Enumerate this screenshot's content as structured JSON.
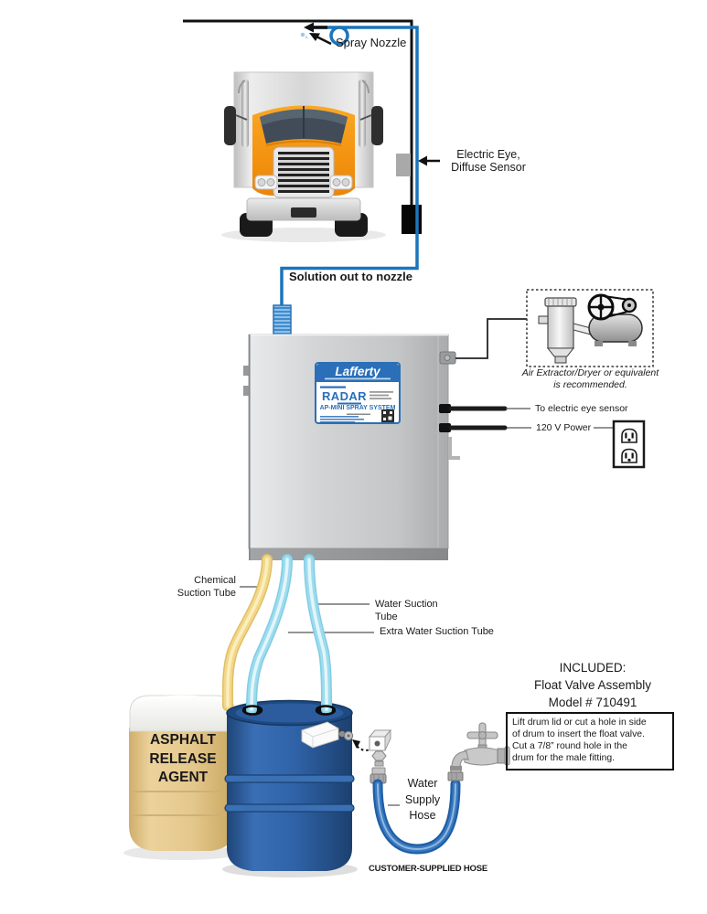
{
  "labels": {
    "spray_nozzle": "Spray Nozzle",
    "electric_eye": "Electric Eye,\nDiffuse Sensor",
    "solution_out": "Solution out to nozzle",
    "air_note": "Air Extractor/Dryer or equivalent\nis recommended.",
    "to_electric_eye": "To electric eye sensor",
    "power_120v": "120 V Power",
    "chemical_suction_tube": "Chemical\nSuction Tube",
    "water_suction_tube": "Water Suction\nTube",
    "extra_water_suction_tube": "Extra Water Suction Tube",
    "asphalt_drum": "ASPHALT\nRELEASE\nAGENT",
    "included_heading": "INCLUDED:",
    "included_item": "Float Valve Assembly",
    "included_model": "Model # 710491",
    "note_box": "Lift drum lid or cut a hole in side\nof drum to insert the float valve.\nCut a 7/8” round hole in the\ndrum for the male fitting.",
    "water_supply_hose": "Water\nSupply\nHose",
    "customer_supplied_hose": "CUSTOMER-SUPPLIED HOSE"
  },
  "unit": {
    "brand": "Lafferty",
    "product": "RADAR",
    "system": "AP-MINI SPRAY SYSTEM"
  },
  "colors": {
    "solution_blue": "#1b75bb",
    "suction_blue": "#9fdbed",
    "chemical_yellow": "#f2d78b",
    "drum_blue": "#2f62a7",
    "drum_yellow": "#e6cb92",
    "label_blue": "#2a6fb8",
    "truck_orange": "#f79c16"
  }
}
